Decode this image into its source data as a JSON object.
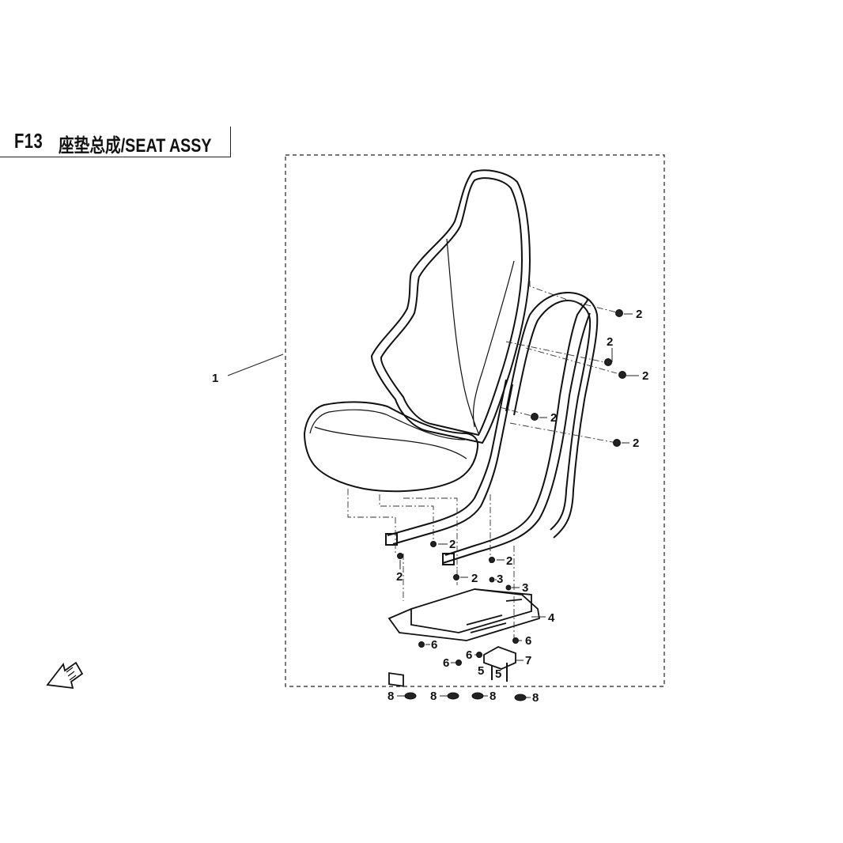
{
  "header": {
    "code": "F13",
    "title": "座垫总成/SEAT ASSY"
  },
  "callouts": {
    "seat": "1",
    "bolt": "2",
    "nut_small": "3",
    "bracket": "4",
    "screw": "5",
    "bolt_flange": "6",
    "block": "7",
    "nut_flange": "8"
  },
  "direction_marker": {
    "icon": "front-direction-arrow-icon"
  }
}
